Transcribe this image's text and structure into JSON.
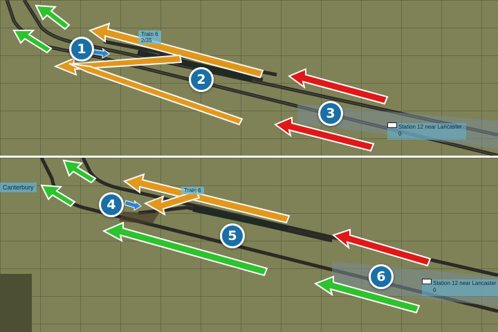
{
  "top_panel": {
    "train_tag": {
      "name": "Train 6",
      "sub": "2/35"
    },
    "station_tag": {
      "name": "Station 12 near Lancaster",
      "count": "0"
    },
    "badges": [
      "1",
      "2",
      "3"
    ]
  },
  "bottom_panel": {
    "city_tag": "Canterbury",
    "train_tag": {
      "name": "Train 6"
    },
    "station_tag": {
      "name": "Station 12 near Lancaster",
      "count": "0"
    },
    "badges": [
      "4",
      "5",
      "6"
    ]
  },
  "colors": {
    "green_arrow": "#2ec22e",
    "orange_arrow": "#e89a1a",
    "red_arrow": "#e01818",
    "blue_arrow": "#2a86d0",
    "badge": "#1a6fa6",
    "grass": "#7e8256"
  }
}
